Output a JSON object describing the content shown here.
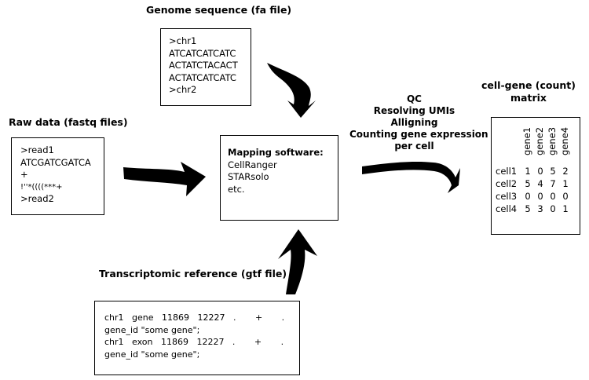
{
  "genome": {
    "title": "Genome sequence (fa file)",
    "lines": [
      ">chr1",
      "ATCATCATCATC",
      "ACTATCTACACT",
      "ACTATCATCATC",
      ">chr2"
    ]
  },
  "raw": {
    "title": "Raw data (fastq files)",
    "lines": [
      ">read1",
      "ATCGATCGATCA",
      "+",
      "!''*((((***+",
      ">read2"
    ]
  },
  "mapping": {
    "heading": "Mapping software:",
    "lines": [
      "CellRanger",
      "STARsolo",
      "etc."
    ]
  },
  "transcriptomic": {
    "title": "Transcriptomic reference (gtf file)",
    "lines": [
      "chr1   gene   11869   12227   .       +       .",
      "gene_id \"some gene\";",
      "chr1   exon   11869   12227   .       +       .",
      "gene_id \"some gene\";"
    ]
  },
  "qc": {
    "lines": [
      "QC",
      "Resolving UMIs",
      "Alligning",
      "Counting gene expression",
      "per cell"
    ]
  },
  "matrix": {
    "title_line1": "cell-gene (count)",
    "title_line2": "matrix",
    "genes": [
      "gene1",
      "gene2",
      "gene3",
      "gene4"
    ],
    "cells": [
      "cell1",
      "cell2",
      "cell3",
      "cell4"
    ],
    "counts": [
      [
        1,
        0,
        5,
        2
      ],
      [
        5,
        4,
        7,
        1
      ],
      [
        0,
        0,
        0,
        0
      ],
      [
        5,
        3,
        0,
        1
      ]
    ]
  }
}
